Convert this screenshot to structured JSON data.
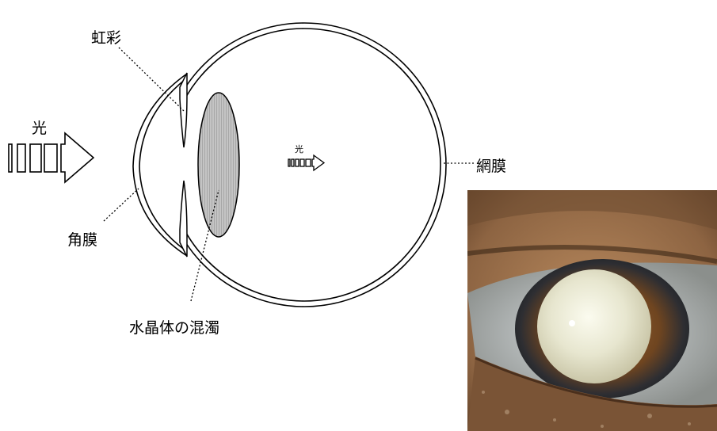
{
  "labels": {
    "iris": "虹彩",
    "light_incoming": "光",
    "light_inside": "光",
    "retina": "網膜",
    "cornea": "角膜",
    "lens_opacity": "水晶体の混濁"
  },
  "colors": {
    "line": "#000000",
    "lens_fill": "#b5b5b5",
    "background": "#ffffff"
  },
  "photo": {
    "subject": "cataract-eye-photo"
  }
}
